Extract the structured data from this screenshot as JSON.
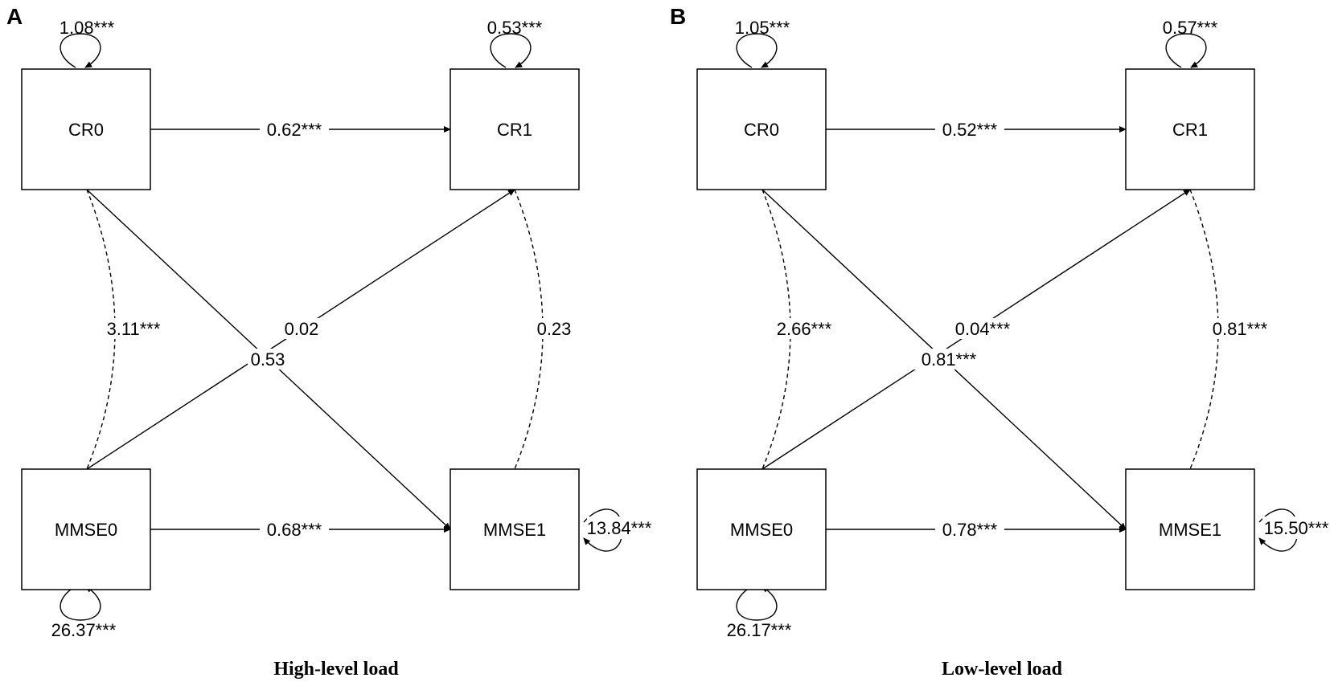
{
  "panels": [
    {
      "letter": "A",
      "caption": "High-level load",
      "nodes": {
        "CR0": "CR0",
        "CR1": "CR1",
        "MMSE0": "MMSE0",
        "MMSE1": "MMSE1"
      },
      "variances": {
        "CR0": "1.08***",
        "CR1": "0.53***",
        "MMSE0": "26.37***",
        "MMSE1": "13.84***"
      },
      "paths": {
        "CR0_CR1": "0.62***",
        "MMSE0_MMSE1": "0.68***",
        "MMSE0_CR1": "0.02",
        "CR0_MMSE1": "0.53"
      },
      "covariances": {
        "CR0_MMSE0": "3.11***",
        "CR1_MMSE1": "0.23"
      }
    },
    {
      "letter": "B",
      "caption": "Low-level load",
      "nodes": {
        "CR0": "CR0",
        "CR1": "CR1",
        "MMSE0": "MMSE0",
        "MMSE1": "MMSE1"
      },
      "variances": {
        "CR0": "1.05***",
        "CR1": "0.57***",
        "MMSE0": "26.17***",
        "MMSE1": "15.50***"
      },
      "paths": {
        "CR0_CR1": "0.52***",
        "MMSE0_MMSE1": "0.78***",
        "MMSE0_CR1": "0.04***",
        "CR0_MMSE1": "0.81***"
      },
      "covariances": {
        "CR0_MMSE0": "2.66***",
        "CR1_MMSE1": "0.81***"
      }
    }
  ]
}
